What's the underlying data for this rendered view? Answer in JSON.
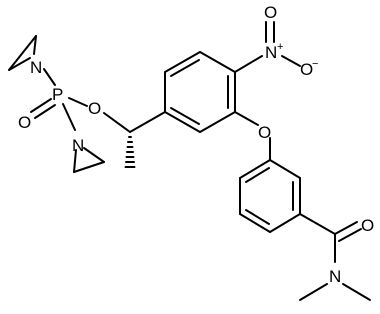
{
  "structure": {
    "atoms": {
      "n_nitro": "N",
      "n_nitro_charge": "+",
      "o_nitro_top": "O",
      "o_nitro_right": "O",
      "o_nitro_right_charge": "−",
      "o_ether": "O",
      "o_phosphinate": "O",
      "p": "P",
      "o_phosphoryl": "O",
      "n_aziridine_top": "N",
      "n_aziridine_bottom": "N",
      "o_amide": "O",
      "n_amide": "N"
    }
  },
  "colors": {
    "bond": "#000000",
    "background": "#ffffff"
  }
}
